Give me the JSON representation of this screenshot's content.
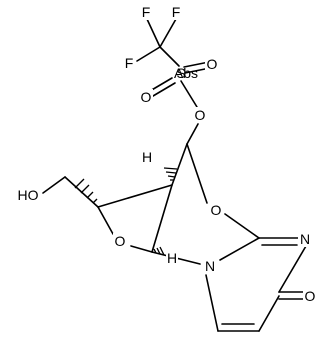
{
  "structure": {
    "atom_labels": {
      "f_top_left": "F",
      "f_top_right": "F",
      "f_left": "F",
      "abs": "Abs",
      "s": "S",
      "o_sulfonyl_right": "O",
      "o_sulfonyl_left": "O",
      "o_ester": "O",
      "h_bridge": "H",
      "ho": "HO",
      "o_bridge": "O",
      "o_ring": "O",
      "h_anomeric": "H",
      "n_ring": "N",
      "n_imine": "N",
      "o_carbonyl": "O"
    }
  }
}
